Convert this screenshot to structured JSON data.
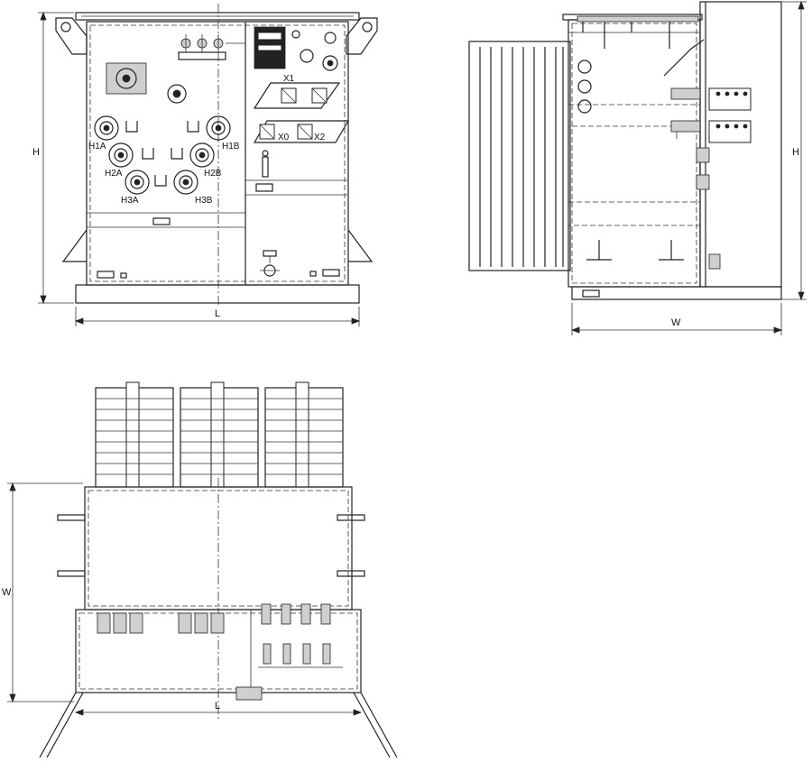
{
  "front_view": {
    "labels": {
      "x1": "X1",
      "x0": "X0",
      "x2": "X2",
      "h1a": "H1A",
      "h1b": "H1B",
      "h2a": "H2A",
      "h2b": "H2B",
      "h3a": "H3A",
      "h3b": "H3B"
    },
    "dims": {
      "length": "L",
      "height": "H"
    }
  },
  "side_view": {
    "dims": {
      "width": "W",
      "height": "H"
    }
  },
  "top_view": {
    "dims": {
      "width": "W",
      "length": "L"
    }
  }
}
